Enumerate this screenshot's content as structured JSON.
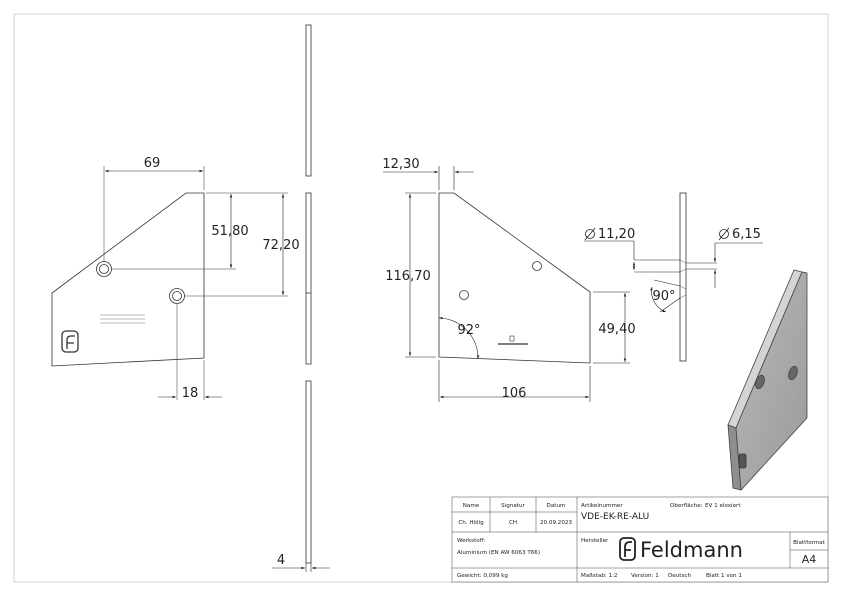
{
  "dimensions": {
    "front_width": "69",
    "hole1_height": "51,80",
    "hole2_height": "72,20",
    "hole_offset": "18",
    "profile_thickness": "4",
    "side_offset": "12,30",
    "total_height": "116,70",
    "edge_height": "49,40",
    "total_width": "106",
    "angle_bottom": "92°",
    "hole_large": "11,20",
    "hole_small": "6,15",
    "countersink_angle": "90°"
  },
  "title_block": {
    "name_label": "Name",
    "signature_label": "Signatur",
    "date_label": "Datum",
    "name_value": "Ch. Hölig",
    "signature_value": "CH",
    "date_value": "20.09.2023",
    "article_label": "Artikelnummer",
    "surface_label": "Oberfläche:",
    "surface_value": "EV 1 eloxiert",
    "article_value": "VDE-EK-RE-ALU",
    "material_label": "Werkstoff:",
    "material_value": "Aluminium (EN AW 6063 T66)",
    "manufacturer_label": "Hersteller",
    "brand_name": "Feldmann",
    "sheet_format_label": "Blattformat",
    "sheet_format_value": "A4",
    "weight": "Gewicht: 0,099 kg",
    "scale": "Maßstab: 1:2",
    "version": "Version: 1",
    "language": "Deutsch",
    "sheet": "Blatt 1 von 1"
  }
}
